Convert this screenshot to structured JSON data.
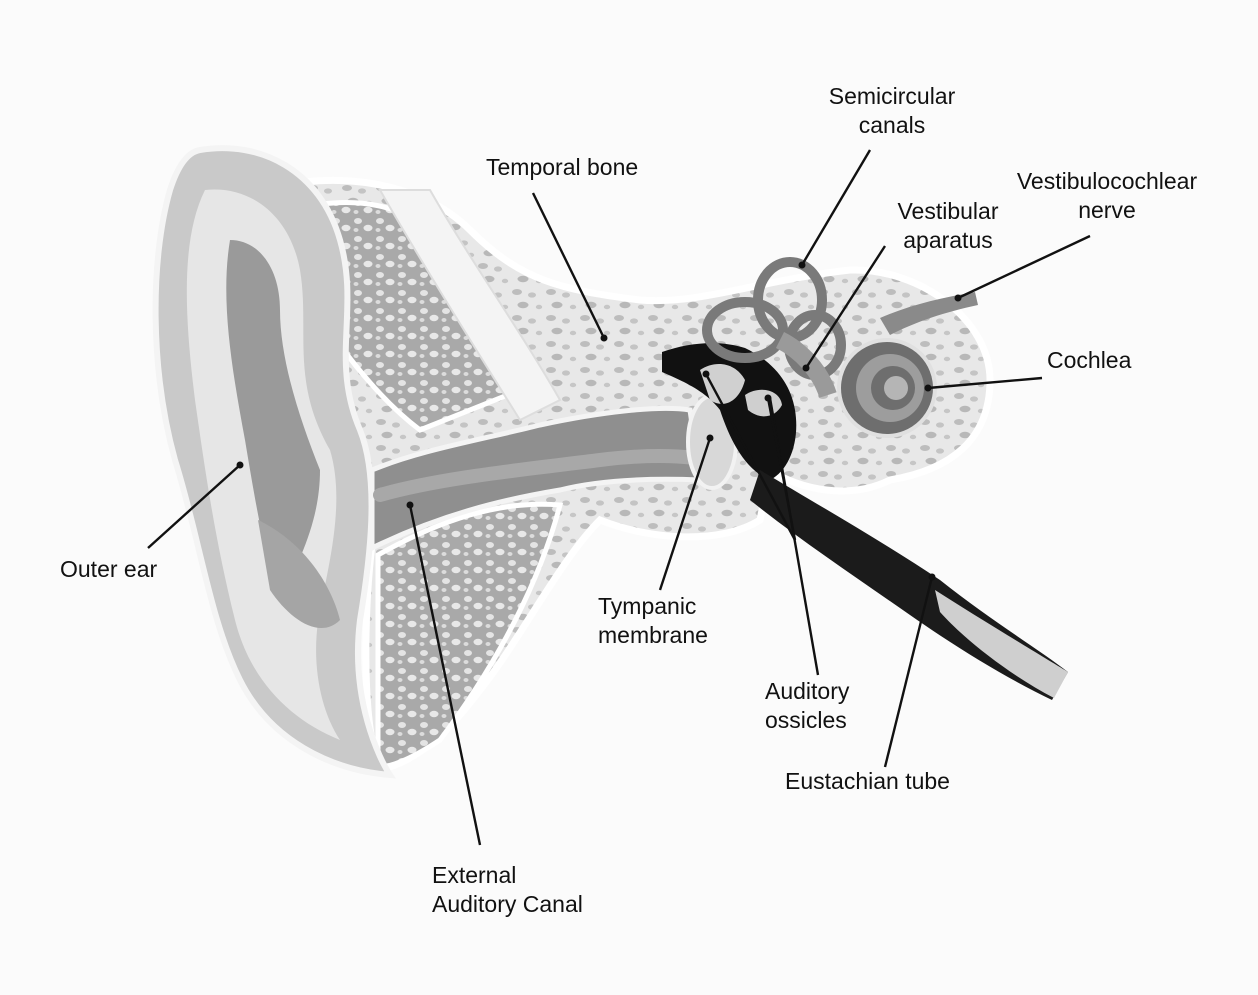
{
  "labels": {
    "temporal_bone": [
      "Temporal bone"
    ],
    "semicircular_canals": [
      "Semicircular",
      "canals"
    ],
    "vestibular_apparatus": [
      "Vestibular",
      "aparatus"
    ],
    "vestibulocochlear_nerve": [
      "Vestibulocochlear",
      "nerve"
    ],
    "cochlea": [
      "Cochlea"
    ],
    "outer_ear": [
      "Outer ear"
    ],
    "tympanic_membrane": [
      "Tympanic",
      "membrane"
    ],
    "auditory_ossicles": [
      "Auditory",
      "ossicles"
    ],
    "eustachian_tube": [
      "Eustachian tube"
    ],
    "external_auditory_canal": [
      "External",
      "Auditory Canal"
    ]
  }
}
